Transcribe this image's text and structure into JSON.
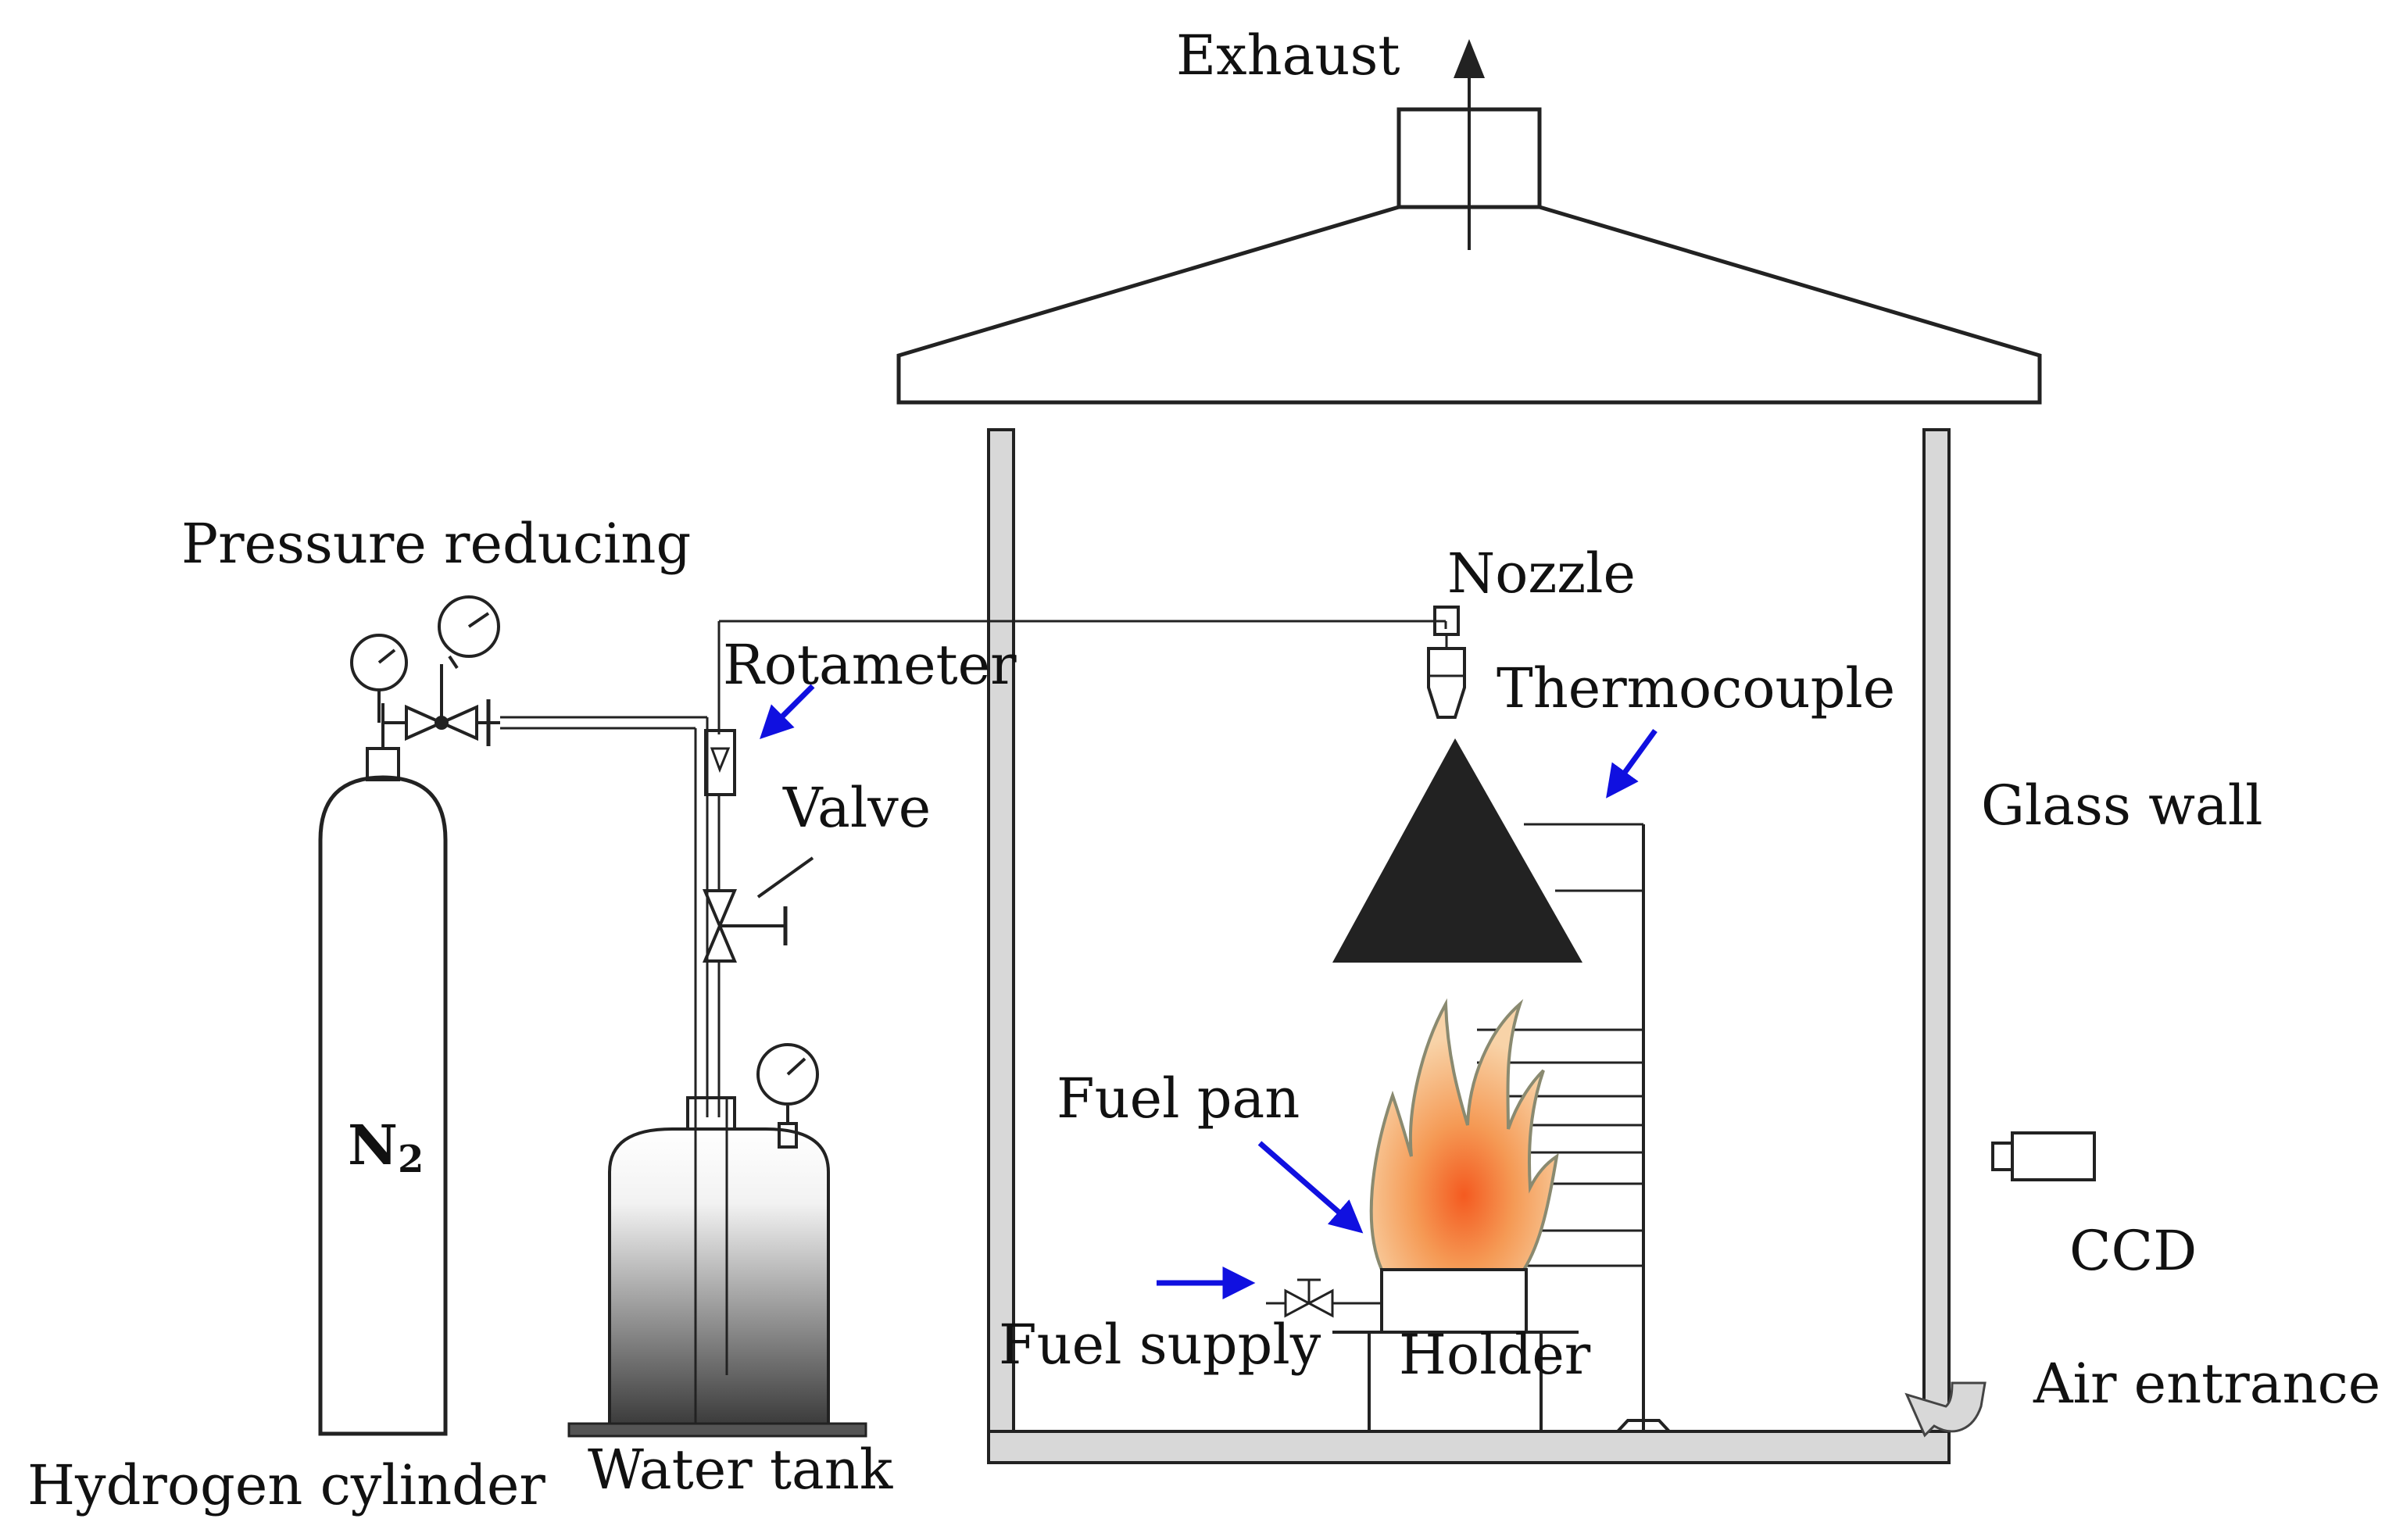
{
  "labels": {
    "exhaust": "Exhaust",
    "pressure_reducing": "Pressure reducing",
    "rotameter": "Rotameter",
    "valve": "Valve",
    "nozzle": "Nozzle",
    "thermocouple": "Thermocouple",
    "glass_wall": "Glass wall",
    "fuel_pan": "Fuel pan",
    "fuel_supply": "Fuel supply",
    "holder": "Holder",
    "ccd": "CCD",
    "air_entrance": "Air entrance",
    "hydrogen_cylinder": "Hydrogen cylinder",
    "water_tank": "Water tank",
    "n2_symbol": "N",
    "n2_subscript": "2"
  },
  "colors": {
    "line": "#222222",
    "arrow_blue": "#1010e0",
    "wall_gray": "#d8d8d8",
    "cone": "#222222",
    "flame_outer": "#f2a35c",
    "flame_core": "#f46a2a"
  }
}
